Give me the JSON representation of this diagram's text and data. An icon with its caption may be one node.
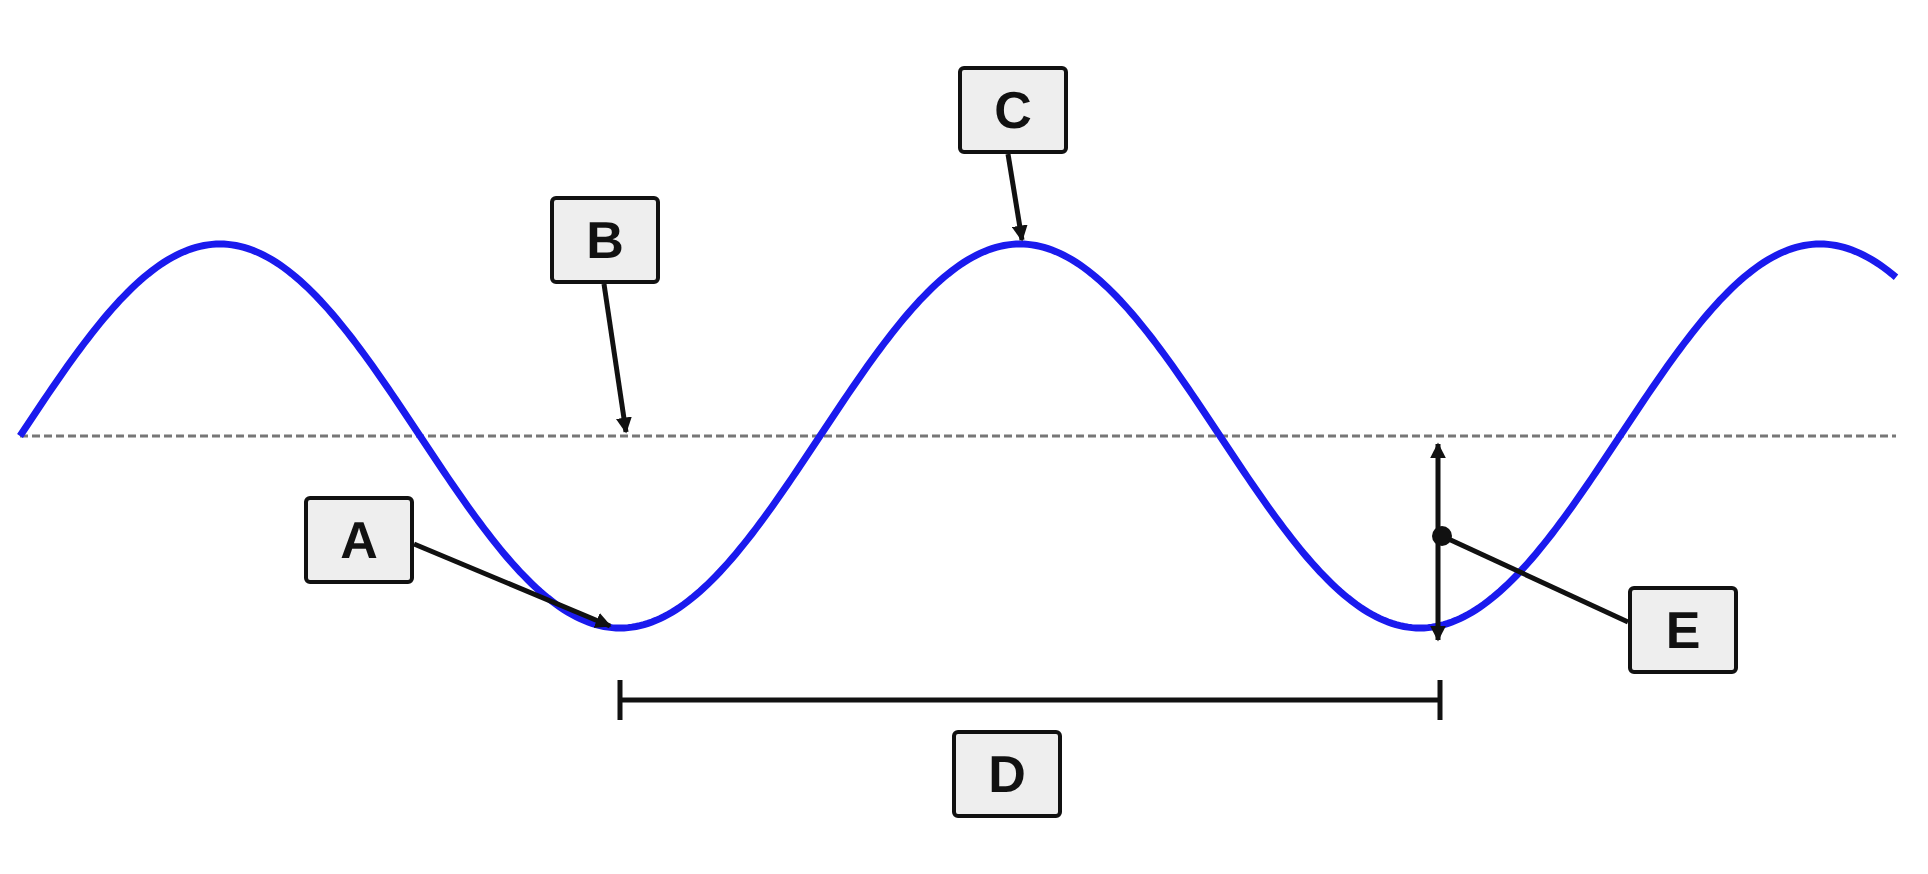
{
  "diagram": {
    "nodes": [
      {
        "text": [
          "C"
        ]
      },
      {
        "text": [
          "B"
        ]
      },
      {
        "text": [
          "A"
        ]
      },
      {
        "text": [
          "E"
        ]
      },
      {
        "text": [
          "D"
        ]
      }
    ],
    "edges": [
      {
        "from": 0,
        "to": null,
        "arrow": "to"
      },
      {
        "from": 1,
        "to": null,
        "arrow": "to"
      },
      {
        "from": 2,
        "to": null,
        "arrow": "to"
      },
      {
        "from": 3,
        "to": null,
        "arrow": "other"
      }
    ]
  }
}
